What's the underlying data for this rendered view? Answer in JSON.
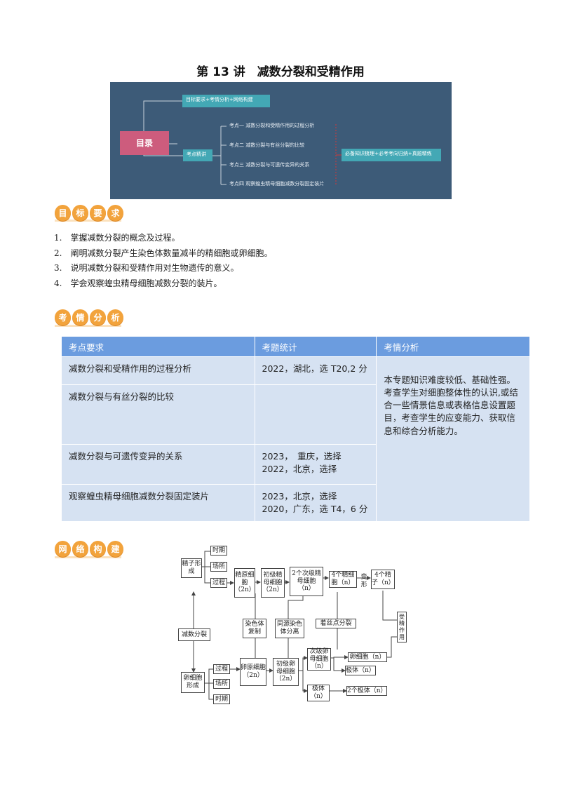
{
  "title": "第 13 讲　减数分裂和受精作用",
  "banner": {
    "left_label": "目录",
    "top_item": "目标要求+考情分析+网络构建",
    "mid_label": "考点精讲",
    "points": [
      "考点一 减数分裂和受精作用的过程分析",
      "考点二 减数分裂与有丝分裂的比较",
      "考点三 减数分裂与可遗传变异的关系",
      "考点四 观察蝗虫精母细胞减数分裂固定装片"
    ],
    "right_item": "必备知识梳理+必考考向归纳+真题精练"
  },
  "sections": {
    "goals": [
      "目",
      "标",
      "要",
      "求"
    ],
    "analysis": [
      "考",
      "情",
      "分",
      "析"
    ],
    "network": [
      "网",
      "络",
      "构",
      "建"
    ]
  },
  "goals_list": [
    "1.　掌握减数分裂的概念及过程。",
    "2.　阐明减数分裂产生染色体数量减半的精细胞或卵细胞。",
    "3.　说明减数分裂和受精作用对生物遗传的意义。",
    "4.　学会观察蝗虫精母细胞减数分裂的装片。"
  ],
  "table": {
    "headers": [
      "考点要求",
      "考题统计",
      "考情分析"
    ],
    "rows": [
      {
        "point": "减数分裂和受精作用的过程分析",
        "stats": [
          "2022，湖北，选 T20,2 分"
        ]
      },
      {
        "point": "减数分裂与有丝分裂的比较",
        "stats": []
      },
      {
        "point": "减数分裂与可遗传变异的关系",
        "stats": [
          "2023，　重庆，选择",
          "2022，北京，选择"
        ]
      },
      {
        "point": "观察蝗虫精母细胞减数分裂固定装片",
        "stats": [
          "2023，北京，选择",
          "2020，广东，选 T4，6 分"
        ]
      }
    ],
    "analysis": "本专题知识难度较低、基础性强。考查学生对细胞整体性的认识,或结合一些情景信息或表格信息设置题目，考查学生的应变能力、获取信息和综合分析能力。"
  },
  "diagram": {
    "root": "减数分裂",
    "sperm_formation": "精子形成",
    "egg_formation": "卵细胞形成",
    "time": "时期",
    "place": "场所",
    "process": "过程",
    "spermatogonium": "精原细胞（2n）",
    "primary_spermatocyte": "初级精母细胞（2n）",
    "secondary_spermatocytes": "2个次级精母细胞（n）",
    "spermatids": "4个精细胞（n）",
    "transform": "变形",
    "sperms": "4个精子（n）",
    "chromosome_replication": "染色体复制",
    "homolog_separation": "同源染色体分离",
    "centromere_split": "着丝点分裂",
    "fertilization": "受精作用",
    "oogonium": "卵原细胞（2n）",
    "primary_oocyte": "初级卵母细胞（2n）",
    "secondary_oocyte": "次级卵母细胞（n）",
    "egg": "卵细胞（n）",
    "polar_body_1": "极体（n）",
    "polar_body_2": "极体（n）",
    "two_polar_bodies": "2个极体（n）"
  }
}
